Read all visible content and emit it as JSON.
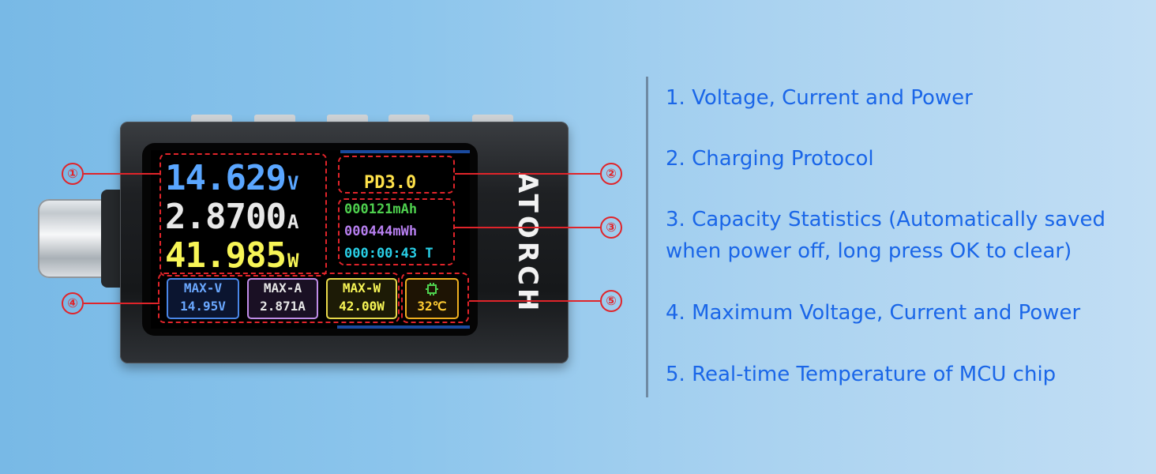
{
  "device": {
    "brand": "ATORCH",
    "voltage": "14.629",
    "voltage_unit": "V",
    "current": "2.8700",
    "current_unit": "A",
    "power": "41.985",
    "power_unit": "W",
    "protocol": "PD3.0",
    "capacity_mah": "000121mAh",
    "energy_mwh": "000444mWh",
    "timer": "000:00:43 T",
    "max_v_label": "MAX-V",
    "max_v_value": "14.95V",
    "max_a_label": "MAX-A",
    "max_a_value": "2.871A",
    "max_w_label": "MAX-W",
    "max_w_value": "42.00W",
    "temp_icon": "chip-icon",
    "temperature": "32℃"
  },
  "callouts": [
    "①",
    "②",
    "③",
    "④",
    "⑤"
  ],
  "features": [
    "1. Voltage, Current and Power",
    "2. Charging Protocol",
    "3. Capacity Statistics (Automatically saved when power off, long press OK to clear)",
    "4. Maximum Voltage, Current and Power",
    "5. Real-time Temperature of MCU chip"
  ],
  "colors": {
    "feature_text": "#1a66e8",
    "callout_red": "#e0242a",
    "voltage": "#5aa6ff",
    "current": "#e8e8e8",
    "power": "#f7f556",
    "protocol": "#ffe24a",
    "mah": "#4ed04e",
    "mwh": "#b77ff0",
    "timer": "#29d0e8"
  }
}
